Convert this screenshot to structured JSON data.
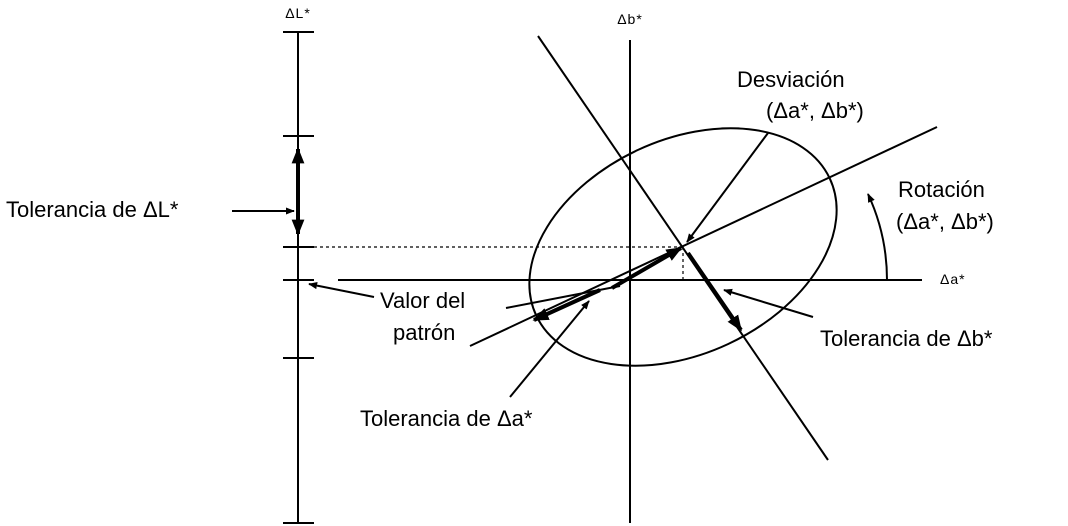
{
  "axes": {
    "delta_l": "ΔL*",
    "delta_a": "Δa*",
    "delta_b": "Δb*"
  },
  "labels": {
    "deviation_line1": "Desviación",
    "deviation_line2": "(Δa*, Δb*)",
    "rotation_line1": "Rotación",
    "rotation_line2": "(Δa*, Δb*)",
    "tolerance_l": "Tolerancia de ΔL*",
    "standard_line1": "Valor del",
    "standard_line2": "patrón",
    "tolerance_b": "Tolerancia de Δb*",
    "tolerance_a": "Tolerancia de Δa*"
  }
}
